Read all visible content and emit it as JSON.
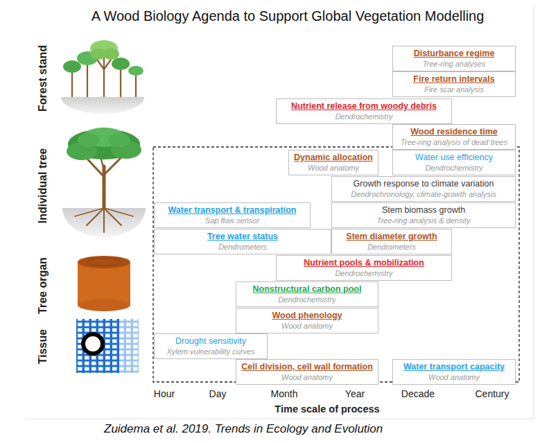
{
  "diagram": {
    "title": "A Wood Biology Agenda to Support Global Vegetation Modelling",
    "caption": "Zuidema et al. 2019. Trends in Ecology and Evolution",
    "nodes": [
      {
        "text": [
          "Disturbance regime",
          "Tree-ring analyses"
        ]
      },
      {
        "text": [
          "Fire return intervals",
          "Fire scar analysis"
        ]
      },
      {
        "text": [
          "Nutrient release from woody debris",
          "Dendrochemistry"
        ]
      },
      {
        "text": [
          "Wood residence time",
          "Tree-ring analysis of dead trees"
        ]
      },
      {
        "text": [
          "Dynamic allocation",
          "Wood anatomy"
        ]
      },
      {
        "text": [
          "Water use efficiency",
          "Dendrochemistry"
        ]
      },
      {
        "text": [
          "Growth response to climate variation",
          "Dendrochronology, climate-growth analysis"
        ]
      },
      {
        "text": [
          "Water transport & transpiration",
          "Sap flow sensor"
        ]
      },
      {
        "text": [
          "Stem biomass growth",
          "Tree-ring analysis & density"
        ]
      },
      {
        "text": [
          "Tree water status",
          "Dendrometers"
        ]
      },
      {
        "text": [
          "Stem diameter growth",
          "Dendrometers"
        ]
      },
      {
        "text": [
          "Nutrient pools & mobilization",
          "Dendrochemistry"
        ]
      },
      {
        "text": [
          "Nonstructural carbon pool",
          "Dendrochemistry"
        ]
      },
      {
        "text": [
          "Wood phenology",
          "Wood anatomy"
        ]
      },
      {
        "text": [
          "Drought sensitivity",
          "Xylem vulnerability curves"
        ]
      },
      {
        "text": [
          "Cell division, cell wall formation",
          "Wood anatomy"
        ]
      },
      {
        "text": [
          "Water transport capacity",
          "Wood anatomy"
        ]
      }
    ],
    "labels": [
      "Forest stand",
      "Individual tree",
      "Tree organ",
      "Tissue",
      "Hour",
      "Day",
      "Month",
      "Year",
      "Decade",
      "Century",
      "Time scale of process"
    ]
  }
}
